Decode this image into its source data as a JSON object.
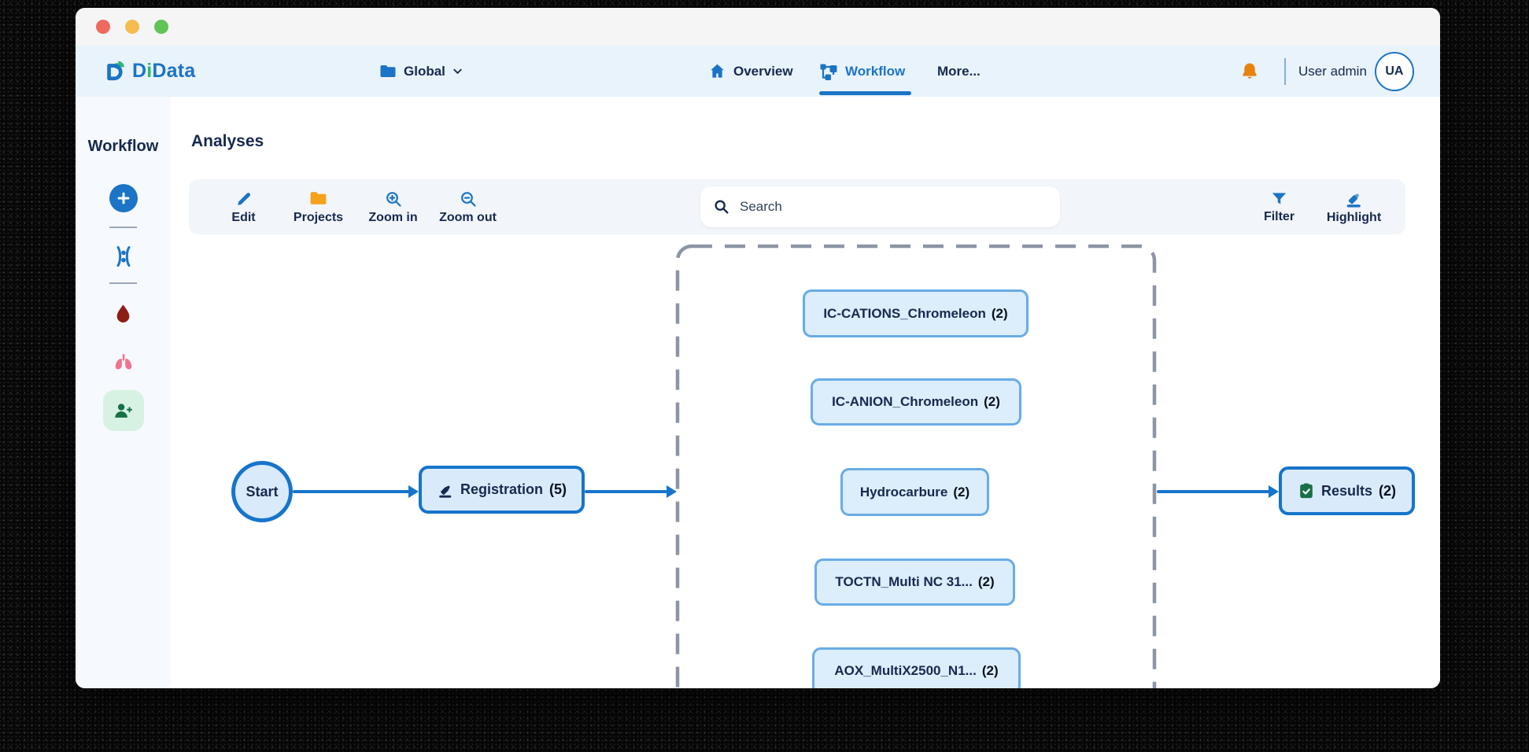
{
  "window_controls": [
    "close",
    "minimize",
    "zoom"
  ],
  "navbar": {
    "logo": {
      "part_blue1": "D",
      "part_green": "i",
      "part_blue2": "Data"
    },
    "project_selector": {
      "label": "Global"
    },
    "items": [
      {
        "label": "Overview",
        "active": false
      },
      {
        "label": "Workflow",
        "active": true
      },
      {
        "label": "More...",
        "active": false
      }
    ],
    "user": {
      "name": "User admin",
      "initials": "UA"
    }
  },
  "sidebar": {
    "title": "Workflow"
  },
  "main": {
    "title": "Analyses",
    "toolbar": {
      "edit": "Edit",
      "projects": "Projects",
      "zoom_in": "Zoom in",
      "zoom_out": "Zoom out",
      "search_placeholder": "Search",
      "filter": "Filter",
      "highlight": "Highlight"
    }
  },
  "canvas": {
    "start": {
      "label": "Start"
    },
    "registration": {
      "label": "Registration",
      "count": "(5)"
    },
    "analysis_nodes": [
      {
        "label": "IC-CATIONS_Chromeleon",
        "count": "(2)"
      },
      {
        "label": "IC-ANION_Chromeleon",
        "count": "(2)"
      },
      {
        "label": "Hydrocarbure",
        "count": "(2)"
      },
      {
        "label": "TOCTN_Multi NC 31...",
        "count": "(2)"
      },
      {
        "label": "AOX_MultiX2500_N1...",
        "count": "(2)"
      }
    ],
    "results": {
      "label": "Results",
      "count": "(2)"
    }
  },
  "icons": {
    "logo-mark": "blue D outline with green leaf",
    "folder": "filled folder",
    "chevron-down": "v chevron",
    "home": "filled house",
    "workflow": "connected squares tree",
    "bell": "filled bell",
    "plus": "plus in circle",
    "chromosome": "two arcs with two dots",
    "blood-drop": "filled drop",
    "lungs": "two pink lobes",
    "person-add": "person with plus",
    "pencil": "diagonal pen",
    "zoom-in": "magnifier plus",
    "zoom-out": "magnifier minus",
    "search": "magnifier",
    "filter": "funnel",
    "highlighter": "marker over line",
    "clipboard-check": "green clipboard with check"
  },
  "colors": {
    "accent_blue": "#1b74c5",
    "navy_text": "#16294e",
    "logo_green": "#2bb673",
    "folder_orange": "#f5a11c",
    "bell_orange": "#e8820e",
    "node_fill": "#d9eafb",
    "stage_border": "#1774cc",
    "analysis_border": "#69ace6",
    "dashed_gray": "#8c95a6",
    "blood_red": "#8e1d16",
    "lungs_pink": "#f2738d",
    "dark_green": "#157145",
    "active_green_bg": "#d7f2e3",
    "navbar_bg": "#e9f3fc",
    "toolbar_bg": "#f2f5f9",
    "sidebar_bg": "#f6f9fd"
  }
}
